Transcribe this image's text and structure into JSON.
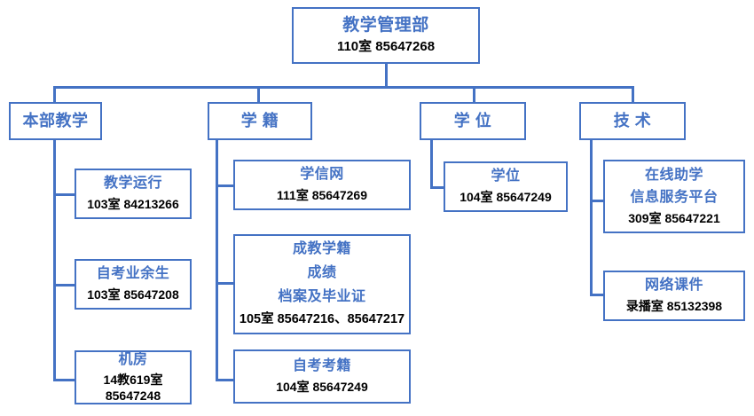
{
  "meta": {
    "colors": {
      "border": "#4472c4",
      "title_text": "#4472c4",
      "sub_text": "#000000",
      "connector": "#4472c4",
      "background": "#ffffff"
    }
  },
  "root": {
    "title": "教学管理部",
    "sub": "110室  85647268"
  },
  "branches": [
    {
      "id": "bendu-jiaoxue",
      "title": "本部教学",
      "children": [
        {
          "id": "jiaoxue-yunxing",
          "title": "教学运行",
          "lines": [
            "103室 84213266"
          ]
        },
        {
          "id": "zikao-yeyusheng",
          "title": "自考业余生",
          "lines": [
            "103室 85647208"
          ]
        },
        {
          "id": "jifang",
          "title": "机房",
          "lines": [
            "14教619室",
            "85647248"
          ]
        }
      ]
    },
    {
      "id": "xueji",
      "title": "学 籍",
      "children": [
        {
          "id": "xuexinwang",
          "title": "学信网",
          "lines": [
            "111室  85647269"
          ]
        },
        {
          "id": "chengjiao-xueji",
          "title": "成教学籍",
          "titles_extra": [
            "成绩",
            "档案及毕业证"
          ],
          "lines": [
            "105室 85647216、85647217"
          ]
        },
        {
          "id": "zikao-kaoji",
          "title": "自考考籍",
          "lines": [
            "104室  85647249"
          ]
        }
      ]
    },
    {
      "id": "xuewei",
      "title": "学 位",
      "children": [
        {
          "id": "xuewei-child",
          "title": "学位",
          "lines": [
            "104室  85647249"
          ]
        }
      ]
    },
    {
      "id": "jishu",
      "title": "技 术",
      "children": [
        {
          "id": "zaixian-zhuxue",
          "title": "在线助学",
          "titles_extra": [
            "信息服务平台"
          ],
          "lines": [
            "309室  85647221"
          ]
        },
        {
          "id": "wangluo-kejian",
          "title": "网络课件",
          "lines": [
            "录播室  85132398"
          ]
        }
      ]
    }
  ]
}
